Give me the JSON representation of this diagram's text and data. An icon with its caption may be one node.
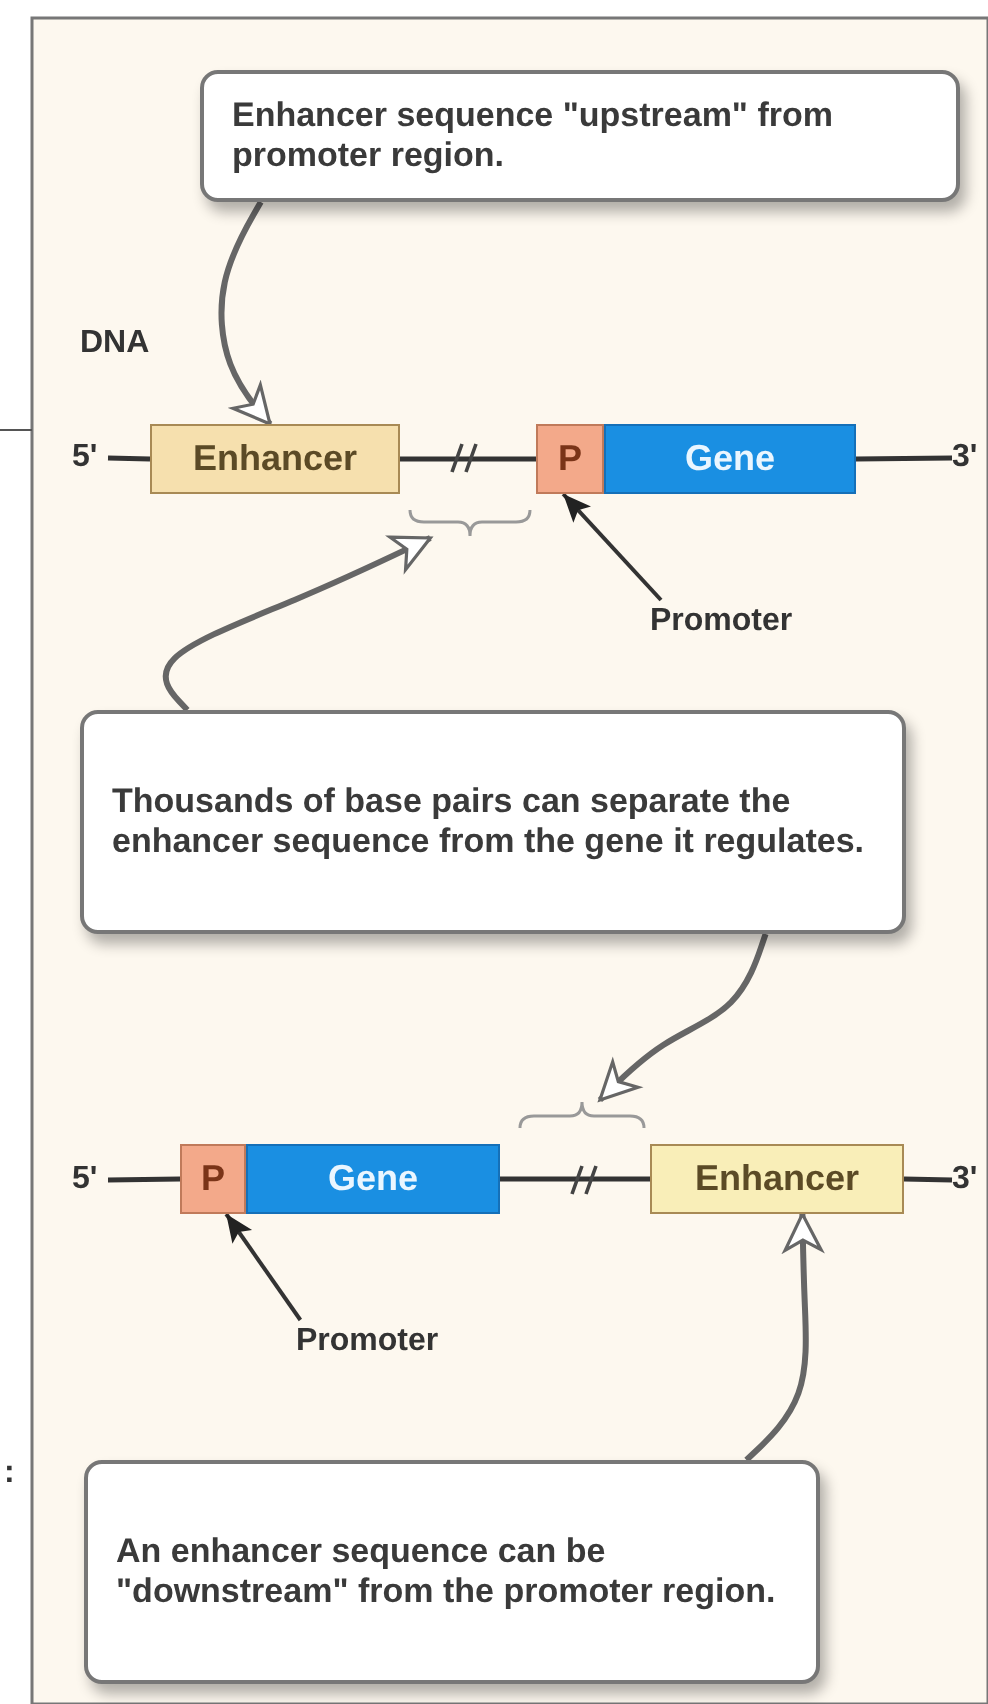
{
  "diagram": {
    "nodes": [
      {
        "text": [
          "Enhancer sequence \"upstream\" from promoter region."
        ]
      },
      {
        "text": [
          "5'"
        ]
      },
      {
        "text": [
          "Enhancer"
        ]
      },
      {
        "text": [
          "P"
        ]
      },
      {
        "text": [
          "Gene"
        ]
      },
      {
        "text": [
          "3'"
        ]
      },
      {
        "text": [
          "Promoter"
        ]
      },
      {
        "text": [],
        "shape": "bracket"
      },
      {
        "text": [
          "Thousands of base pairs can separate the enhancer sequence from the gene it regulates."
        ]
      },
      {
        "text": [],
        "shape": "bracket"
      },
      {
        "text": [
          "5'"
        ]
      },
      {
        "text": [
          "P"
        ]
      },
      {
        "text": [
          "Gene"
        ]
      },
      {
        "text": [
          "Enhancer"
        ]
      },
      {
        "text": [
          "3'"
        ]
      },
      {
        "text": [
          "Promoter"
        ]
      },
      {
        "text": [
          "An enhancer sequence can be \"downstream\" from the promoter region."
        ]
      }
    ],
    "edges": [
      {
        "from": 0,
        "to": 2,
        "arrow": "to"
      },
      {
        "from": 1,
        "to": 2,
        "arrow": "none"
      },
      {
        "from": 2,
        "to": 3,
        "arrow": "none"
      },
      {
        "from": 4,
        "to": 5,
        "arrow": "none"
      },
      {
        "from": 6,
        "to": 3,
        "arrow": "to"
      },
      {
        "from": 8,
        "to": 7,
        "arrow": "to"
      },
      {
        "from": 8,
        "to": 9,
        "arrow": "to"
      },
      {
        "from": 10,
        "to": 11,
        "arrow": "none"
      },
      {
        "from": 12,
        "to": 13,
        "arrow": "none"
      },
      {
        "from": 13,
        "to": 14,
        "arrow": "none"
      },
      {
        "from": 15,
        "to": 11,
        "arrow": "to"
      },
      {
        "from": 16,
        "to": 13,
        "arrow": "to"
      }
    ],
    "labels": [
      "DNA",
      ":"
    ]
  }
}
